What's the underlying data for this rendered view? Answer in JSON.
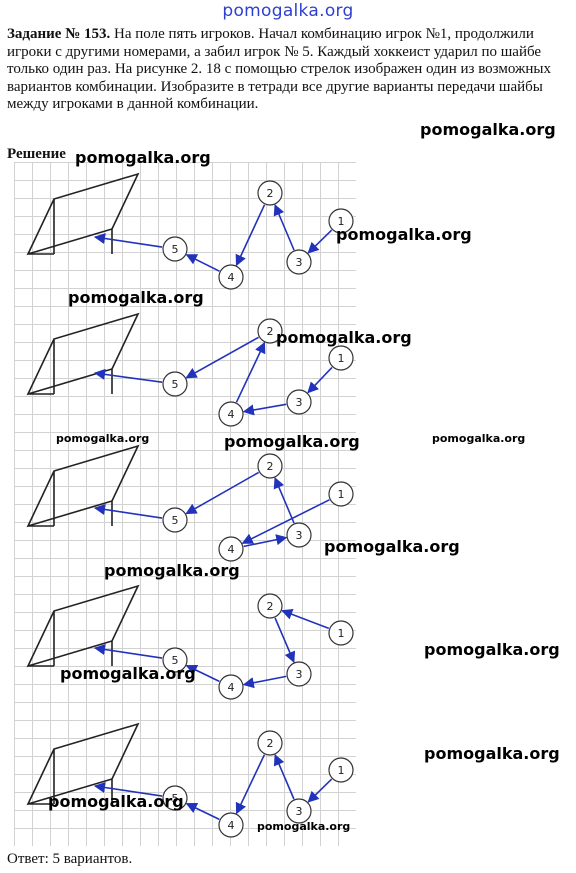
{
  "header": {
    "logo": "pomogalka.org"
  },
  "problem": {
    "label": "Задание № 153.",
    "text": " На поле пять игроков. Начал комбинацию игрок №1, продолжили игроки с другими номерами, а забил игрок № 5. Каждый хоккеист ударил по шайбе только один раз. На рисунке 2. 18 с помощью стрелок изображен один из возможных вариантов комбинации. Изобразите в тетради все другие варианты передачи шайбы между игроками в данной комбинации."
  },
  "solution_label": "Решение",
  "answer": "Ответ: 5 вариантов.",
  "colors": {
    "arrow": "#2233bb",
    "logo": "#2f3fd0",
    "grid": "#d2d2d2"
  },
  "diagrams": [
    {
      "players": [
        "1",
        "2",
        "3",
        "4",
        "5"
      ],
      "passes": [
        [
          "1",
          "3"
        ],
        [
          "3",
          "2"
        ],
        [
          "2",
          "4"
        ],
        [
          "4",
          "5"
        ],
        [
          "5",
          "goal"
        ]
      ]
    },
    {
      "players": [
        "1",
        "2",
        "3",
        "4",
        "5"
      ],
      "passes": [
        [
          "1",
          "3"
        ],
        [
          "3",
          "4"
        ],
        [
          "4",
          "2"
        ],
        [
          "2",
          "5"
        ],
        [
          "5",
          "goal"
        ]
      ]
    },
    {
      "players": [
        "1",
        "2",
        "3",
        "4",
        "5"
      ],
      "passes": [
        [
          "1",
          "4"
        ],
        [
          "4",
          "3"
        ],
        [
          "3",
          "2"
        ],
        [
          "2",
          "5"
        ],
        [
          "5",
          "goal"
        ]
      ]
    },
    {
      "players": [
        "1",
        "2",
        "3",
        "4",
        "5"
      ],
      "passes": [
        [
          "1",
          "2"
        ],
        [
          "2",
          "3"
        ],
        [
          "3",
          "4"
        ],
        [
          "4",
          "5"
        ],
        [
          "5",
          "goal"
        ]
      ]
    },
    {
      "players": [
        "1",
        "2",
        "3",
        "4",
        "5"
      ],
      "passes": [
        [
          "1",
          "3"
        ],
        [
          "3",
          "2"
        ],
        [
          "2",
          "4"
        ],
        [
          "4",
          "5"
        ],
        [
          "5",
          "goal"
        ]
      ]
    }
  ],
  "watermarks": [
    "pomogalka.org",
    "pomogalka.org",
    "pomogalka.org",
    "pomogalka.org",
    "pomogalka.org",
    "pomogalka.org",
    "pomogalka.org",
    "pomogalka.org",
    "pomogalka.org",
    "pomogalka.org",
    "pomogalka.org",
    "pomogalka.org",
    "pomogalka.org",
    "pomogalka.org",
    "pomogalka.org"
  ]
}
